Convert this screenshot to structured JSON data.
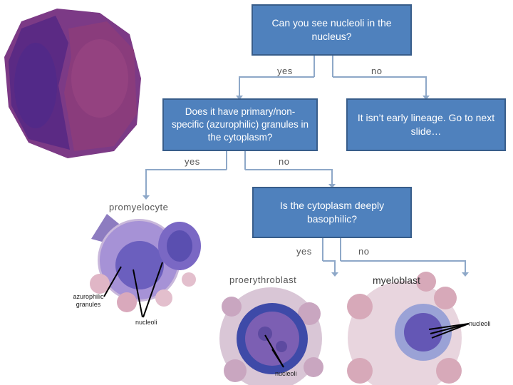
{
  "colors": {
    "box_fill": "#4f81bd",
    "box_border": "#385d8a",
    "connector": "#8ea8c8",
    "box_text": "#ffffff"
  },
  "diagram": {
    "q1": "Can you see nucleoli in the nucleus?",
    "q1_yes": "yes",
    "q1_no": "no",
    "q2": "Does it have primary/non-specific (azurophilic) granules in the cytoplasm?",
    "q2_yes": "yes",
    "q2_no": "no",
    "early_msg": "It isn’t early lineage. Go to next slide…",
    "q3": "Is the cytoplasm deeply basophilic?",
    "q3_yes": "yes",
    "q3_no": "no"
  },
  "labels": {
    "promyelocyte": "promyelocyte",
    "proerythroblast": "proerythroblast",
    "myeloblast": "myeloblast",
    "azurophilic_granules": "azurophilic granules",
    "nucleoli_1": "nucleoli",
    "nucleoli_2": "nucleoli",
    "nucleoli_3": "nucleoli"
  }
}
